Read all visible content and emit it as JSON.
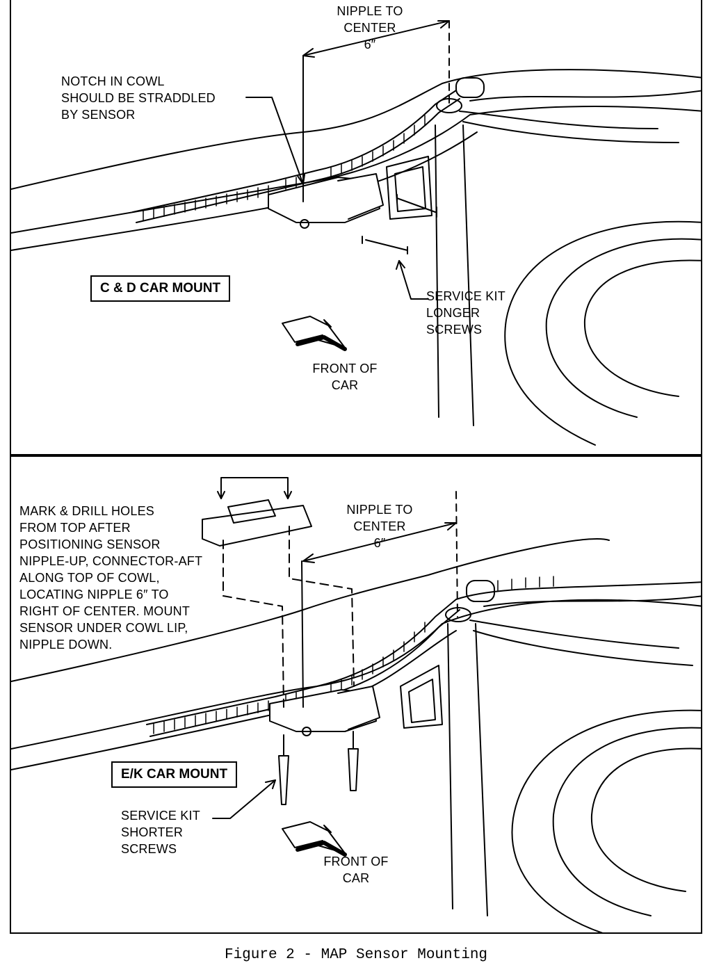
{
  "top_panel": {
    "nipple_label": "NIPPLE TO\nCENTER\n6″",
    "notch_label": "NOTCH IN COWL\nSHOULD BE STRADDLED\nBY SENSOR",
    "mount_label": "C & D CAR MOUNT",
    "screws_label": "SERVICE KIT\nLONGER\nSCREWS",
    "front_label": "FRONT OF\nCAR"
  },
  "bottom_panel": {
    "instructions": "MARK & DRILL HOLES\nFROM TOP AFTER\nPOSITIONING SENSOR\nNIPPLE-UP, CONNECTOR-AFT\nALONG TOP OF COWL,\nLOCATING NIPPLE 6″ TO\nRIGHT OF CENTER. MOUNT\nSENSOR UNDER COWL LIP,\nNIPPLE DOWN.",
    "nipple_label": "NIPPLE TO\nCENTER\n6″",
    "mount_label": "E/K CAR MOUNT",
    "screws_label": "SERVICE KIT\nSHORTER\nSCREWS",
    "front_label": "FRONT OF\nCAR"
  },
  "caption": "Figure 2 - MAP Sensor Mounting"
}
